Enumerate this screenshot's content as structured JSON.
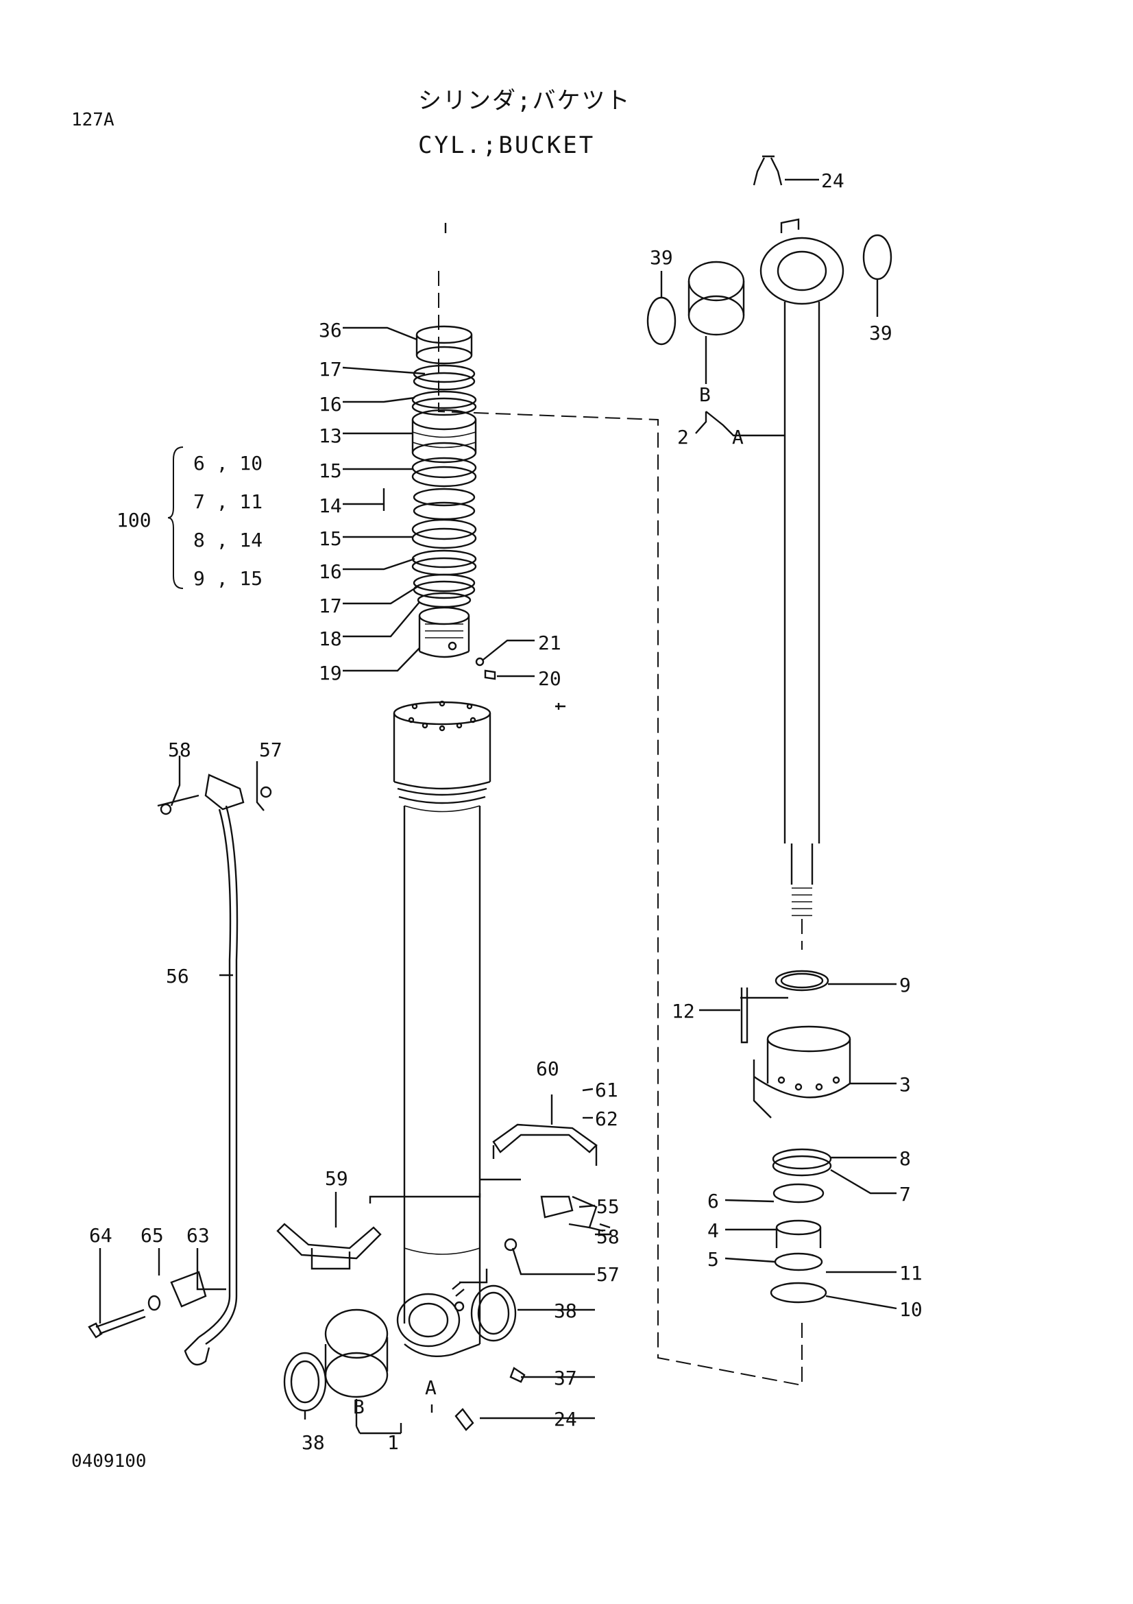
{
  "header": {
    "page_code": "127A",
    "title_jp": "シリンダ;バケツト",
    "title_en": "CYL.;BUCKET",
    "drawing_no": "0409100"
  },
  "kit": {
    "number": "100",
    "rows": [
      "6 , 10",
      "7 , 11",
      "8 , 14",
      "9 , 15"
    ]
  },
  "callouts": {
    "c1": "1",
    "c2": "2",
    "c3": "3",
    "c4": "4",
    "c5": "5",
    "c6": "6",
    "c7": "7",
    "c8": "8",
    "c9": "9",
    "c10": "10",
    "c11": "11",
    "c12": "12",
    "c13": "13",
    "c14": "14",
    "c15a": "15",
    "c15b": "15",
    "c16a": "16",
    "c16b": "16",
    "c17a": "17",
    "c17b": "17",
    "c18": "18",
    "c19": "19",
    "c20": "20",
    "c21": "21",
    "c24a": "24",
    "c24b": "24",
    "c36": "36",
    "c37": "37",
    "c38a": "38",
    "c38b": "38",
    "c39a": "39",
    "c39b": "39",
    "c55": "55",
    "c56": "56",
    "c57a": "57",
    "c57b": "57",
    "c58a": "58",
    "c58b": "58",
    "c59": "59",
    "c60": "60",
    "c61": "61",
    "c62": "62",
    "c63": "63",
    "c64": "64",
    "c65": "65",
    "refA1": "A",
    "refA2": "A",
    "refB1": "B",
    "refB2": "B"
  }
}
